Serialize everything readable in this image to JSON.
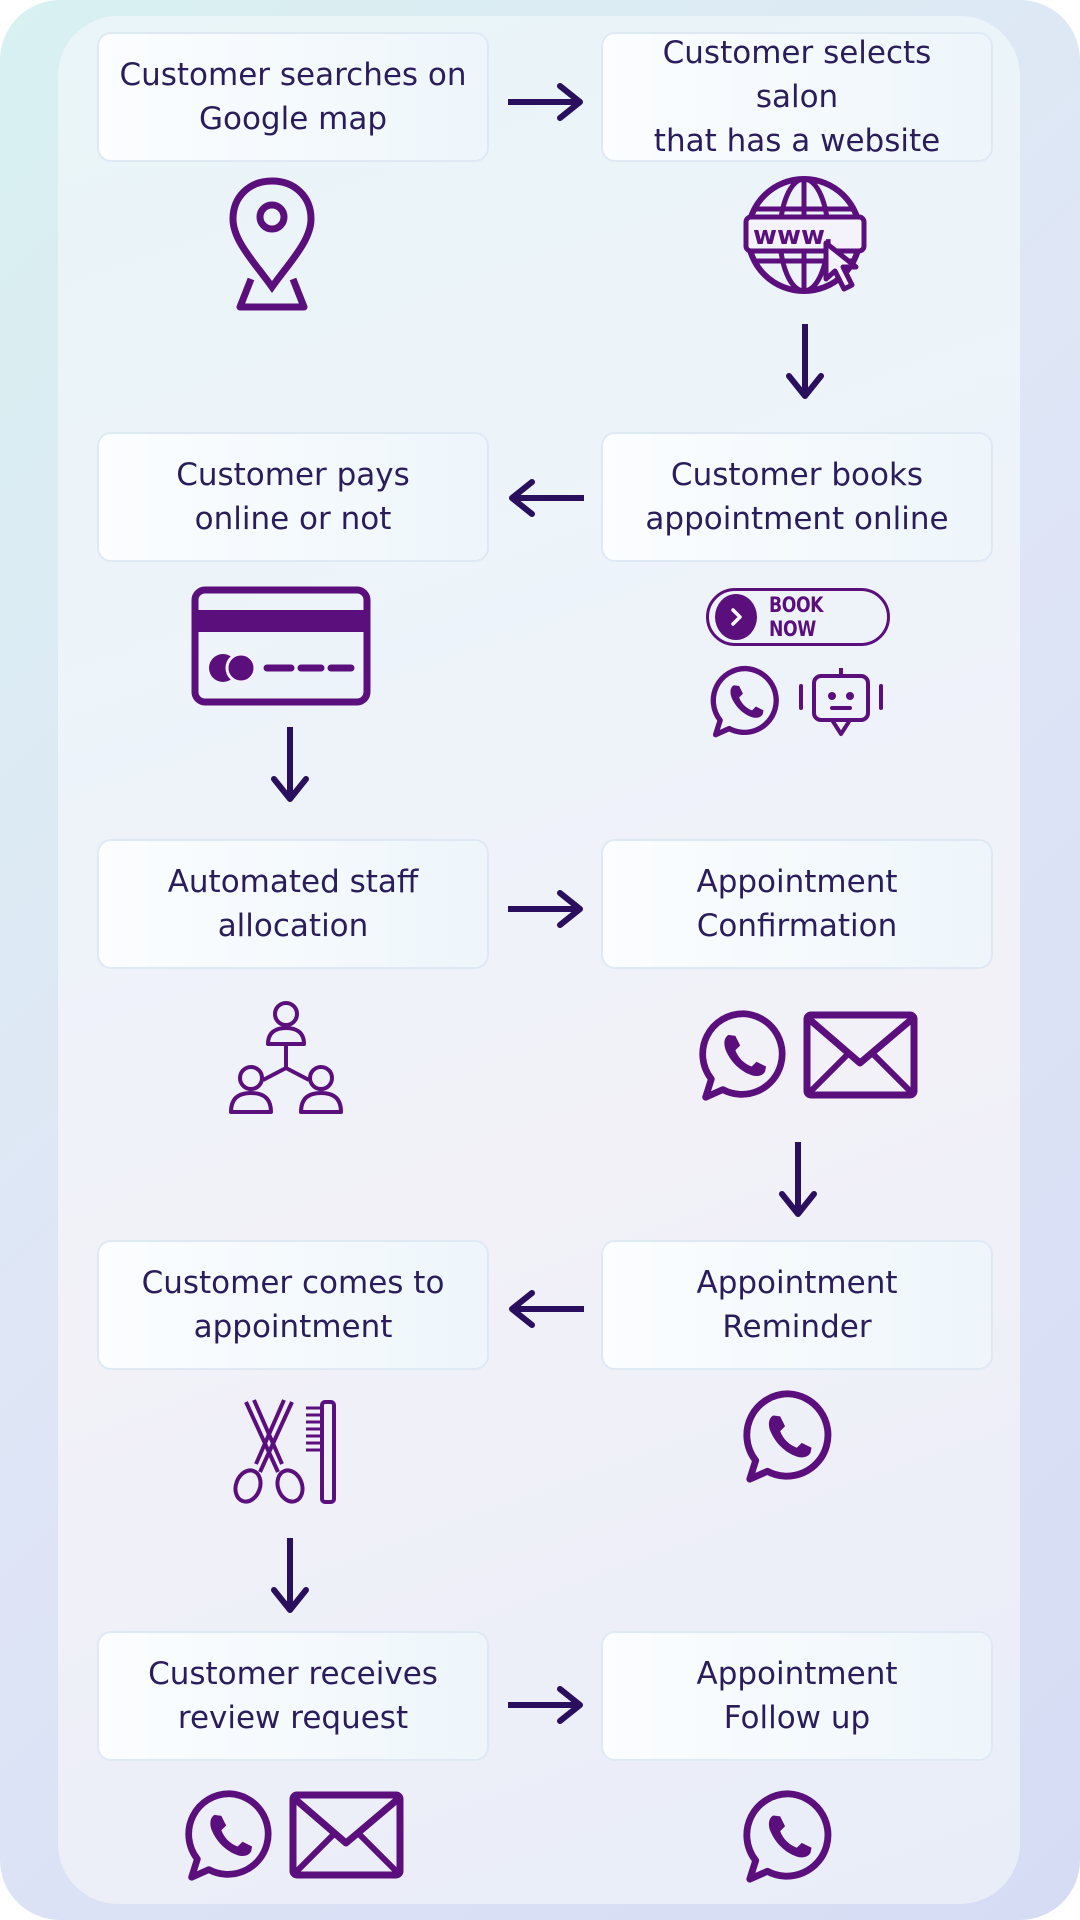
{
  "steps": [
    {
      "id": "search",
      "label": "Customer searches on\nGoogle map"
    },
    {
      "id": "select",
      "label": "Customer selects salon\nthat has a website"
    },
    {
      "id": "pays",
      "label": "Customer pays\nonline or not"
    },
    {
      "id": "books",
      "label": "Customer books\nappointment online"
    },
    {
      "id": "staff",
      "label": "Automated staff\nallocation"
    },
    {
      "id": "confirm",
      "label": "Appointment\nConfirmation"
    },
    {
      "id": "comes",
      "label": "Customer comes to\nappointment"
    },
    {
      "id": "reminder",
      "label": "Appointment\nReminder"
    },
    {
      "id": "review",
      "label": "Customer receives\nreview request"
    },
    {
      "id": "followup",
      "label": "Appointment\nFollow up"
    }
  ],
  "book_now_label": "BOOK NOW",
  "icons": {
    "search": [
      "map-pin-icon"
    ],
    "select": [
      "www-globe-icon"
    ],
    "pays": [
      "credit-card-icon"
    ],
    "books": [
      "book-now-button",
      "whatsapp-icon",
      "chatbot-icon"
    ],
    "staff": [
      "team-network-icon"
    ],
    "confirm": [
      "whatsapp-icon",
      "email-icon"
    ],
    "comes": [
      "scissors-comb-icon"
    ],
    "reminder": [
      "whatsapp-icon"
    ],
    "review": [
      "whatsapp-icon",
      "email-icon"
    ],
    "followup": [
      "whatsapp-icon"
    ]
  },
  "colors": {
    "text": "#2a1d5c",
    "icon": "#5b0f7d",
    "arrow": "#2a0f5e"
  }
}
